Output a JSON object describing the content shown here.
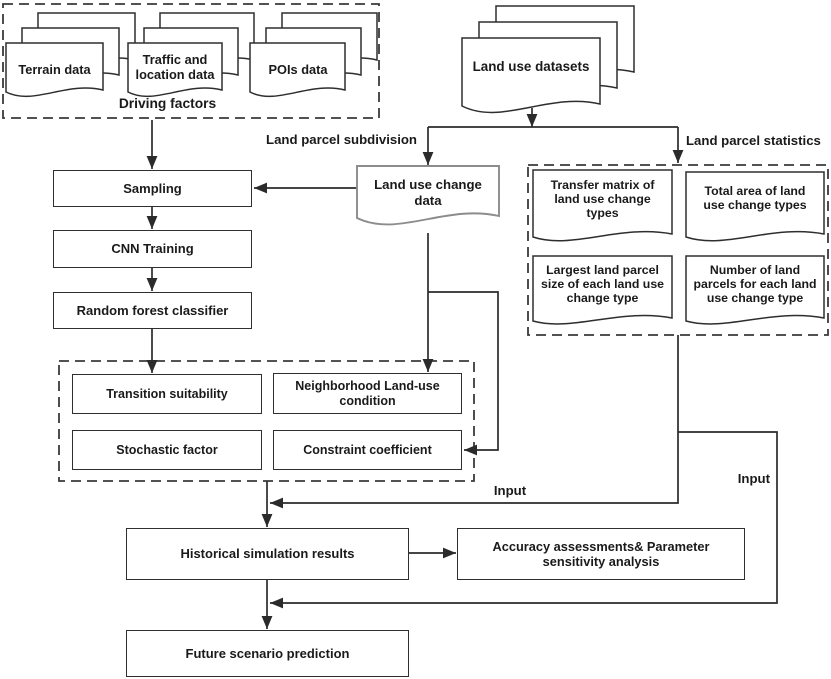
{
  "nodes": {
    "terrain": "Terrain data",
    "traffic": "Traffic and\nlocation data",
    "pois": "POIs data",
    "driving_factors": "Driving factors",
    "land_use_datasets": "Land use datasets",
    "land_parcel_subdivision": "Land parcel subdivision",
    "land_parcel_statistics": "Land parcel statistics",
    "land_use_change_data": "Land use change\ndata",
    "sampling": "Sampling",
    "cnn_training": "CNN Training",
    "random_forest": "Random forest classifier",
    "transfer_matrix": "Transfer matrix of\nland use change\ntypes",
    "total_area": "Total area of  land\nuse change types",
    "largest_parcel": "Largest land parcel\nsize of each land use\nchange type",
    "number_parcels": "Number of land\nparcels for each land\nuse change type",
    "transition_suitability": "Transition suitability",
    "neighborhood_condition": "Neighborhood Land-use\ncondition",
    "stochastic_factor": "Stochastic factor",
    "constraint_coefficient": "Constraint coefficient",
    "input_left": "Input",
    "input_right": "Input",
    "historical_results": "Historical simulation results",
    "accuracy_assessment": "Accuracy assessments& Parameter\nsensitivity analysis",
    "future_prediction": "Future scenario prediction"
  },
  "colors": {
    "line": "#2b2b2b",
    "text": "#1a1a1a",
    "background": "#ffffff",
    "doc_outline": "#2e2e2e",
    "change_doc_outline": "#8c8c8c"
  }
}
